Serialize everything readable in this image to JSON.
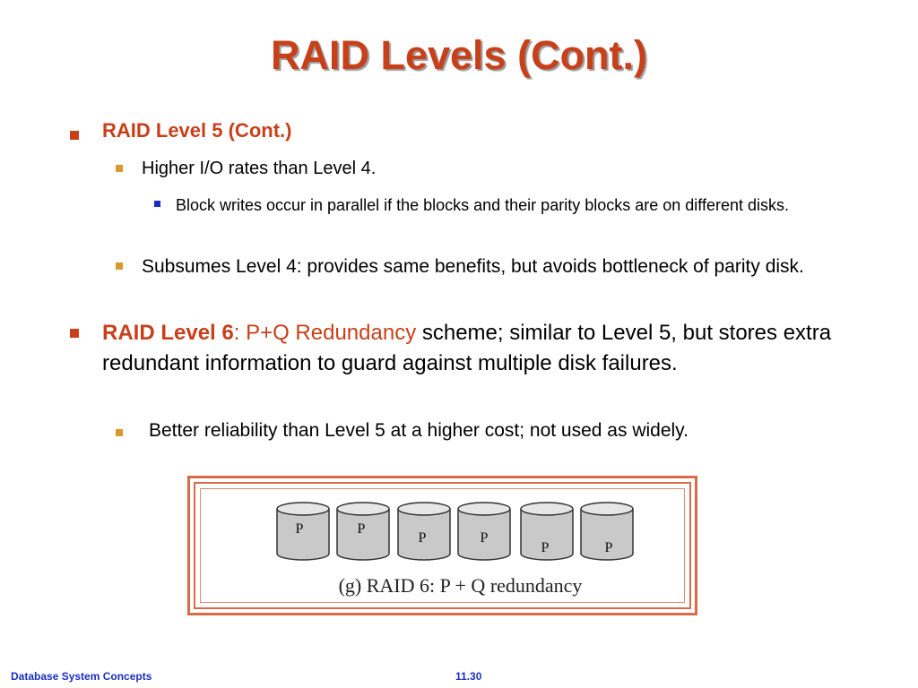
{
  "slide": {
    "title": "RAID Levels (Cont.)"
  },
  "bullets": {
    "level5_heading": "RAID Level 5 (Cont.)",
    "level5_io": "Higher I/O rates than Level 4.",
    "level5_block_writes": "Block writes occur in parallel if the blocks and their parity blocks are on different disks.",
    "level5_subsumes": "Subsumes Level 4: provides same benefits, but avoids bottleneck of parity disk.",
    "level6_name": "RAID Level 6",
    "level6_colon": ": ",
    "level6_scheme": "P+Q Redundancy",
    "level6_desc": " scheme; similar to Level 5, but stores extra redundant information to guard against multiple disk failures.",
    "level6_reliability": "Better reliability than Level 5 at a higher cost; not used as widely."
  },
  "figure": {
    "disks": [
      {
        "label": "P"
      },
      {
        "label": "P"
      },
      {
        "label": "P"
      },
      {
        "label": "P"
      },
      {
        "label": "P"
      },
      {
        "label": "P"
      }
    ],
    "caption": "(g) RAID 6: P + Q redundancy"
  },
  "footer": {
    "course": "Database System Concepts",
    "page": "11.30"
  },
  "colors": {
    "title": "#c8401a",
    "level1_bullet": "#c8401a",
    "level2_bullet": "#d99a2b",
    "level3_bullet": "#1a2fbf",
    "footer": "#1a2fbf",
    "figure_border": "#d96a4a"
  }
}
